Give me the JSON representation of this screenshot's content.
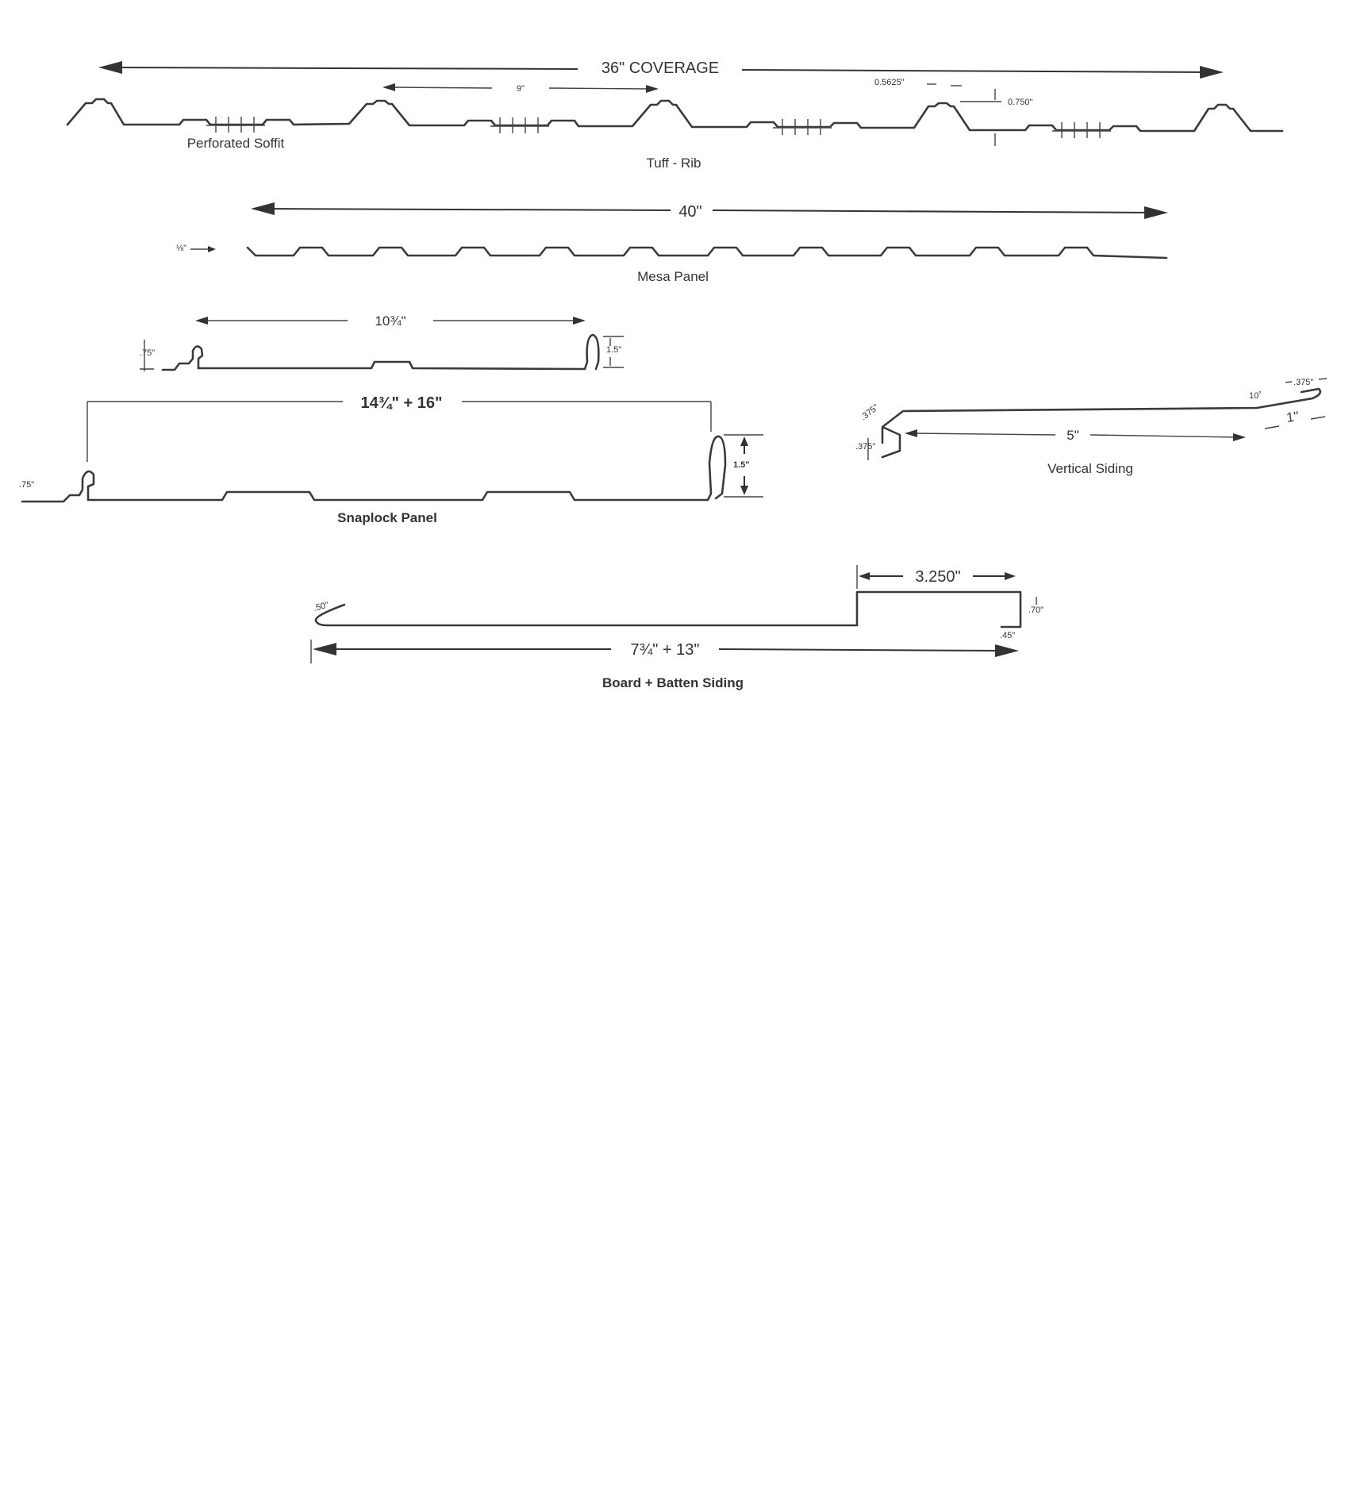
{
  "tuff_rib": {
    "coverage": "36\" COVERAGE",
    "rib_spacing": "9\"",
    "rib_top": "0.5625\"",
    "rib_height": "0.750\"",
    "soffit_label": "Perforated Soffit",
    "title": "Tuff - Rib"
  },
  "mesa": {
    "width": "40\"",
    "side_note": "⅛\"",
    "title": "Mesa Panel"
  },
  "snaplock_small": {
    "width": "10¾\"",
    "left_height": ".75\"",
    "right_height": "1.5\""
  },
  "snaplock": {
    "width": "14¾\" + 16\"",
    "left_height": ".75\"",
    "right_height": "1.5\"",
    "title": "Snaplock Panel"
  },
  "vertical_siding": {
    "top_hem": ".375\"",
    "left_leg": ".375\"",
    "angle": "10˚",
    "right_hem": ".375\"",
    "right_leg": "1\"",
    "width": "5\"",
    "title": "Vertical Siding"
  },
  "board_batten": {
    "batten_width": "3.250\"",
    "hem": ".50\"",
    "height": ".70\"",
    "return": ".45\"",
    "width": "7¾\" + 13\"",
    "title": "Board + Batten Siding"
  }
}
